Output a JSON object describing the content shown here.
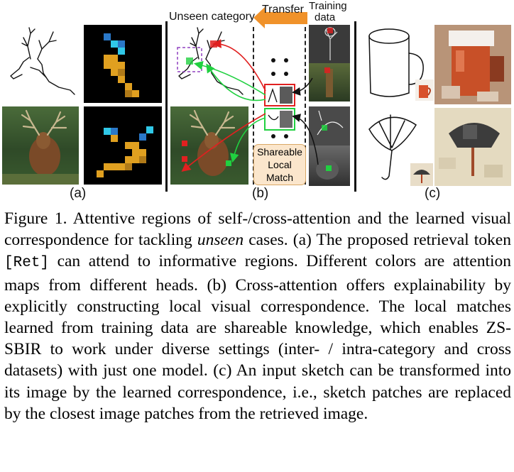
{
  "figure": {
    "panel_labels": {
      "a": "(a)",
      "b": "(b)",
      "c": "(c)"
    },
    "unseen_category": "Unseen category",
    "transfer": "Transfer",
    "training_data": [
      "Training",
      "data"
    ],
    "shareable_box": [
      "Shareable",
      "Local",
      "Match"
    ]
  },
  "caption": {
    "fig_label": "Figure 1.",
    "part1": " Attentive regions of self-/cross-attention and the learned visual correspondence for tackling ",
    "unseen": "unseen",
    "part2": " cases. (a) The proposed retrieval token ",
    "token": "[Ret]",
    "part3": " can attend to informative regions. Different colors are attention maps from different heads. (b) Cross-attention offers explainability by explicitly constructing local visual correspondence. The local matches learned from training data are shareable knowledge, which enables ZS-SBIR to work under diverse settings (inter- / intra-category and cross datasets) with just one model. (c) An input sketch can be transformed into its image by the learned correspondence, i.e., sketch patches are replaced by the closest image patches from the retrieved image."
  },
  "colors": {
    "attention_orange": "#e0a020",
    "attention_cyan": "#30c8e8",
    "attention_blue": "#2a78c8",
    "match_red": "#e02020",
    "match_green": "#20d040",
    "arrow_orange": "#f0922a",
    "box_fill": "#fbe6cc",
    "box_border": "#d9a866",
    "dashed_purple": "#9040c0"
  }
}
